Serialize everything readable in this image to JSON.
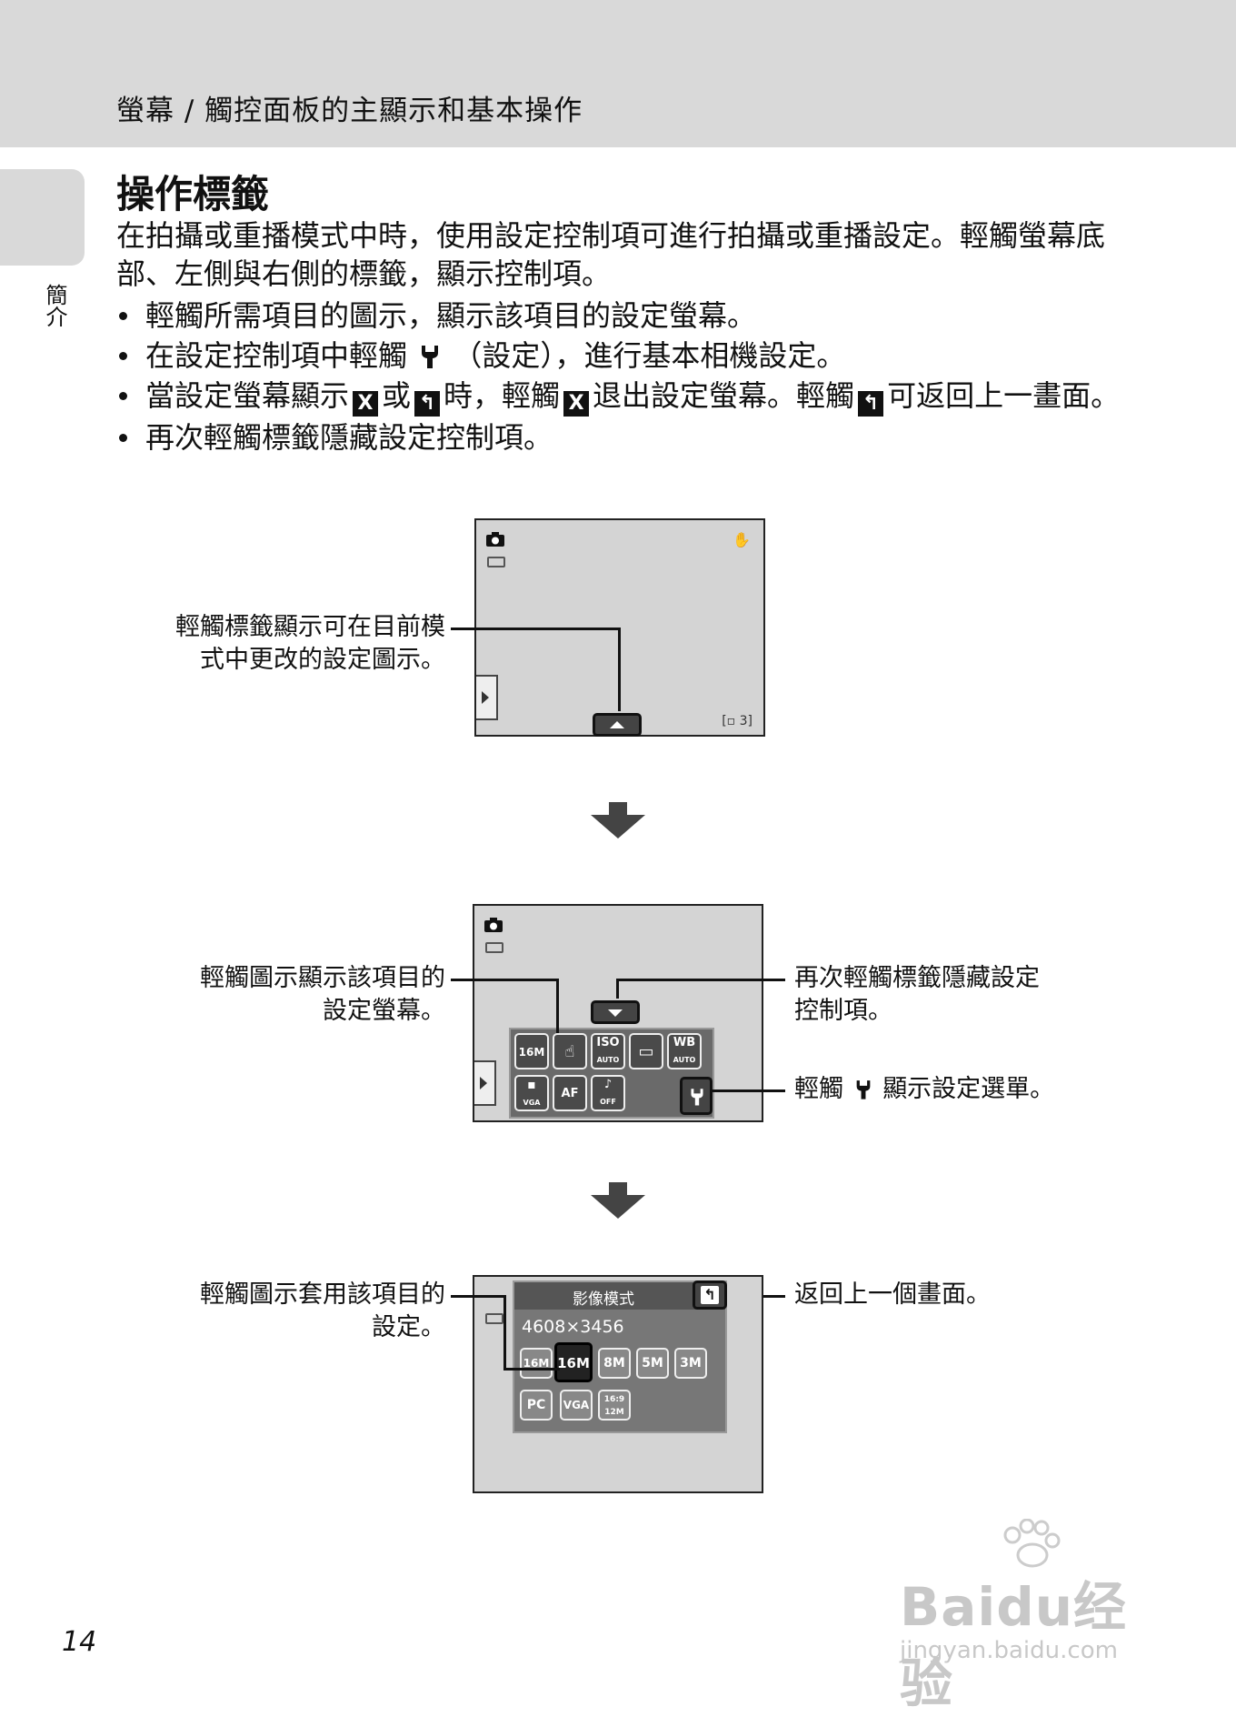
{
  "header": {
    "title": "螢幕 / 觸控面板的主顯示和基本操作"
  },
  "side": {
    "label": "簡介"
  },
  "section": {
    "title": "操作標籤",
    "intro": "在拍攝或重播模式中時，使用設定控制項可進行拍攝或重播設定。輕觸螢幕底部、左側與右側的標籤，顯示控制項。",
    "bullets": {
      "b1": "輕觸所需項目的圖示，顯示該項目的設定螢幕。",
      "b2a": "在設定控制項中輕觸",
      "b2b": "（設定），進行基本相機設定。",
      "b3a": "當設定螢幕顯示",
      "b3b": "或",
      "b3c": "時，輕觸",
      "b3d": "退出設定螢幕。輕觸",
      "b3e": "可返回上一畫面。",
      "b4": "再次輕觸標籤隱藏設定控制項。"
    }
  },
  "screen1": {
    "caption_line1": "輕觸標籤顯示可在目前模",
    "caption_line2": "式中更改的設定圖示。",
    "frames": "3"
  },
  "screen2": {
    "caption_left_line1": "輕觸圖示顯示該項目的",
    "caption_left_line2": "設定螢幕。",
    "caption_right_top_line1": "再次輕觸標籤隱藏設定",
    "caption_right_top_line2": "控制項。",
    "caption_right_bottom_a": "輕觸",
    "caption_right_bottom_b": "顯示設定選單。",
    "icons": [
      "16M",
      "ISO",
      "WB"
    ],
    "iso_sub": "AUTO",
    "wb_sub": "AUTO",
    "vga_label": "VGA",
    "off_label": "OFF"
  },
  "screen3": {
    "caption_left_line1": "輕觸圖示套用該項目的",
    "caption_left_line2": "設定。",
    "caption_right": "返回上一個畫面。",
    "panel_title": "影像模式",
    "resolution": "4608×3456",
    "row1": [
      "16M",
      "16M",
      "8M",
      "5M",
      "3M"
    ],
    "row2": [
      "PC",
      "VGA",
      "16:9 12M"
    ]
  },
  "page": {
    "number": "14"
  },
  "watermark": {
    "main": "Baidu经验",
    "sub": "jingyan.baidu.com"
  }
}
